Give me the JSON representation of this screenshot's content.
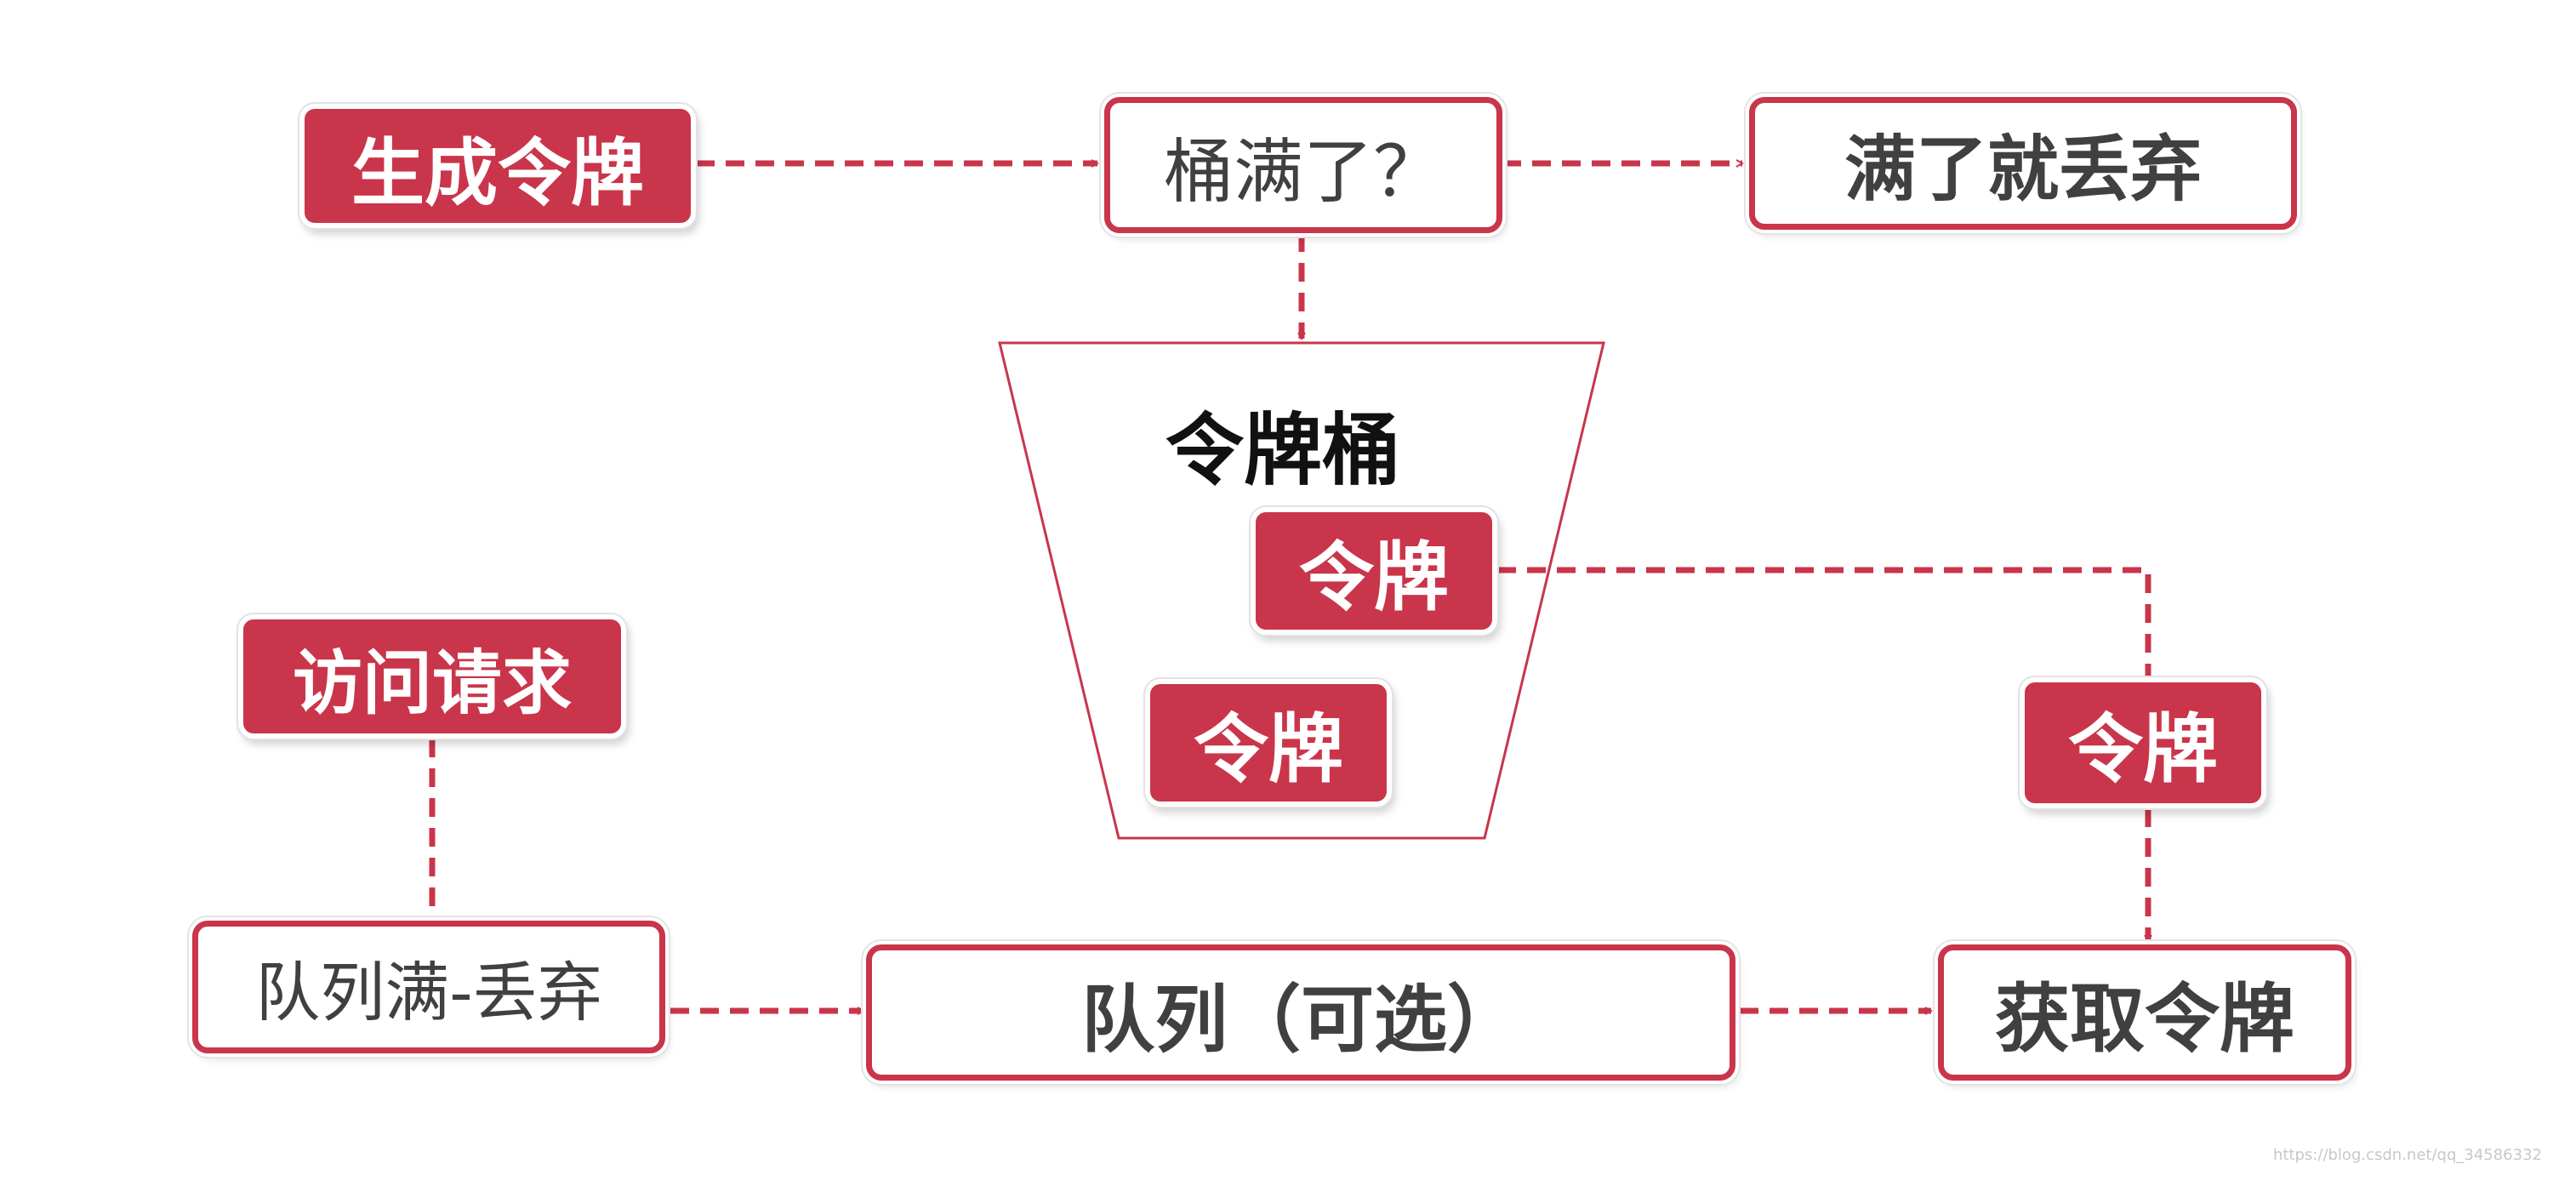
{
  "nodes": {
    "generate_token": "生成令牌",
    "bucket_full_question": "桶满了？",
    "discard_when_full": "满了就丢弃",
    "token_bucket_title": "令牌桶",
    "token_in_bucket_1": "令牌",
    "token_in_bucket_2": "令牌",
    "token_moving": "令牌",
    "access_request": "访问请求",
    "queue_full_discard": "队列满-丢弃",
    "queue_optional": "队列（可选）",
    "acquire_token": "获取令牌"
  },
  "watermark": "https://blog.csdn.net/qq_34586332",
  "colors": {
    "accent": "#c9354a",
    "text_dark": "#404040",
    "title": "#111111",
    "background": "#ffffff"
  }
}
